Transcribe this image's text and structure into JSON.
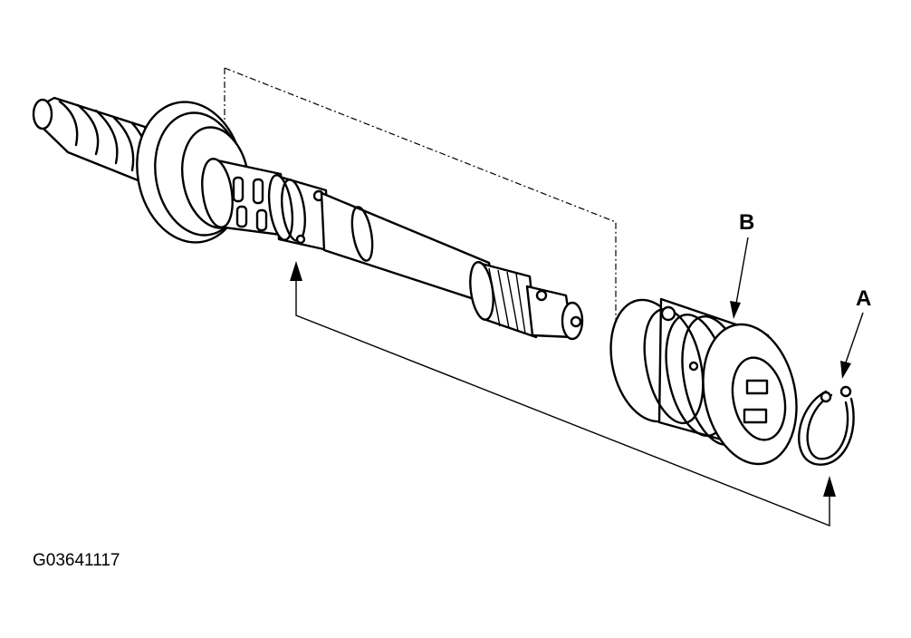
{
  "callouts": {
    "a": "A",
    "b": "B"
  },
  "figure_id": "G03641117"
}
